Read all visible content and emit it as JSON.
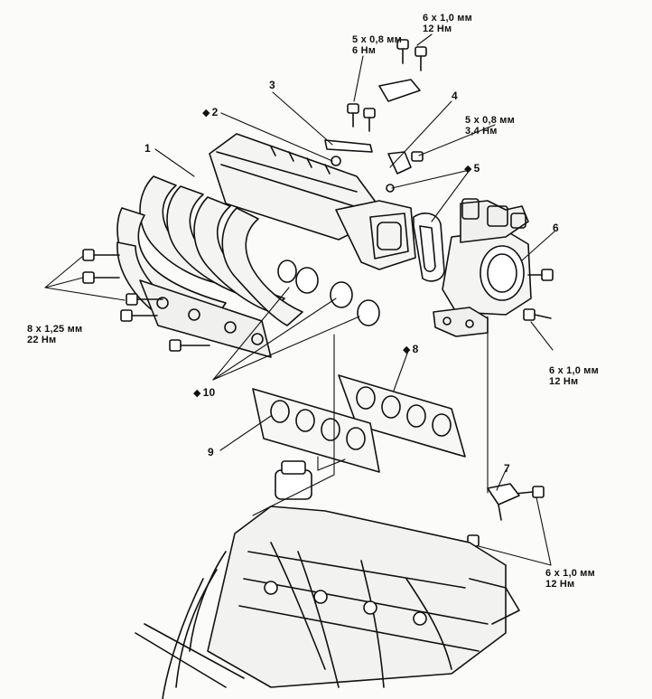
{
  "diagram": {
    "part_numbers": {
      "p1": "1",
      "p2": "2",
      "p3": "3",
      "p4": "4",
      "p5": "5",
      "p6": "6",
      "p7": "7",
      "p8": "8",
      "p9": "9",
      "p10": "10"
    },
    "marker_symbol": "◆",
    "callouts": {
      "top_right": {
        "size": "6 x 1,0 мм",
        "torque": "12 Нм"
      },
      "top_mid": {
        "size": "5 x 0,8 мм",
        "torque": "6 Нм"
      },
      "right_sensor": {
        "size": "5 x 0,8 мм",
        "torque": "3,4 Нм"
      },
      "left": {
        "size": "8 x 1,25 мм",
        "torque": "22 Нм"
      },
      "right_mid": {
        "size": "6 x 1,0 мм",
        "torque": "12 Нм"
      },
      "bottom_right": {
        "size": "6 x 1,0 мм",
        "torque": "12 Нм"
      }
    }
  }
}
